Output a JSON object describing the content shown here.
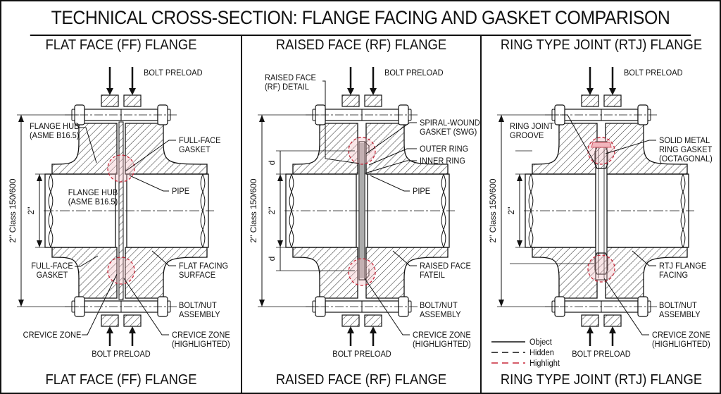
{
  "title": "TECHNICAL CROSS-SECTION: FLANGE FACING AND GASKET COMPARISON",
  "colors": {
    "ink": "#111111",
    "highlight": "#c8283a",
    "highlight_fill": "#f2b6bd"
  },
  "panels": [
    {
      "id": "ff",
      "title": "FLAT FACE (FF) FLANGE",
      "footer": "FLAT FACE (FF) FLANGE",
      "gasket_type": "full-face",
      "dimensions": {
        "overall": "2\" Class 150/600",
        "bore": "2\""
      },
      "labels": {
        "bolt_preload_top": "BOLT PRELOAD",
        "bolt_preload_bottom": "BOLT PRELOAD",
        "left_top": [
          "FLANGE HUB",
          "(ASME B16.5)"
        ],
        "center": [
          "FLANGE HUB",
          "(ASME B16.5)"
        ],
        "right_top": [
          "FULL-FACE",
          "GASKET"
        ],
        "right_mid": [
          "PIPE"
        ],
        "left_bottom": [
          "FULL-FACE",
          "GASKET"
        ],
        "right_bottom": [
          "FLAT FACING",
          "SURFACE"
        ],
        "bolt_nut": [
          "BOLT/NUT",
          "ASSEMBLY"
        ],
        "crevice_left": [
          "CREVICE ZONE"
        ],
        "crevice_right": [
          "CREVICE ZONE",
          "(HIGHLIGHTED)"
        ]
      }
    },
    {
      "id": "rf",
      "title": "RAISED FACE (RF) FLANGE",
      "footer": "RAISED FACE (RF) FLANGE",
      "gasket_type": "spiral-wound",
      "dimensions": {
        "overall": "2\" Class 150/600",
        "bore": "2\"",
        "raised": "d"
      },
      "labels": {
        "bolt_preload_top": "BOLT PRELOAD",
        "bolt_preload_bottom": "BOLT PRELOAD",
        "left_top": [
          "RAISED FACE",
          "(RF) DETAIL"
        ],
        "right_top": [
          "SPIRAL-WOUND",
          "GASKET (SWG)"
        ],
        "outer_ring": [
          "OUTER RING"
        ],
        "inner_ring": [
          "INNER RING"
        ],
        "right_mid": [
          "PIPE"
        ],
        "right_bottom": [
          "RAISED FACE",
          "FATEIL"
        ],
        "bolt_nut": [
          "BOLT/NUT",
          "ASSEMBLY"
        ],
        "crevice_right": [
          "CREVICE ZONE",
          "(HIGHLIGHTED)"
        ]
      }
    },
    {
      "id": "rtj",
      "title": "RING TYPE JOINT (RTJ) FLANGE",
      "footer": "RING TYPE JOINT (RTJ) FLANGE",
      "gasket_type": "octagonal-ring",
      "dimensions": {
        "overall": "2\" Class 150/600",
        "bore": "2\""
      },
      "labels": {
        "bolt_preload_top": "BOLT PRELOAD",
        "bolt_preload_bottom": "BOLT PRELOAD",
        "left_top": [
          "RING JOINT",
          "GROOVE"
        ],
        "right_top": [
          "SOLID METAL",
          "RING GASKET",
          "(OCTAGONAL)"
        ],
        "right_bottom": [
          "RTJ FLANGE",
          "FACING"
        ],
        "bolt_nut": [
          "BOLT/NUT",
          "ASSEMBLY"
        ],
        "crevice_right": [
          "CREVICE ZONE",
          "(HIGHLIGHTED)"
        ]
      }
    }
  ],
  "legend": [
    {
      "label": "Object",
      "style": "solid",
      "color": "#111111"
    },
    {
      "label": "Hidden",
      "style": "dashed",
      "color": "#111111"
    },
    {
      "label": "Highlight",
      "style": "dashed",
      "color": "#c8283a"
    }
  ]
}
